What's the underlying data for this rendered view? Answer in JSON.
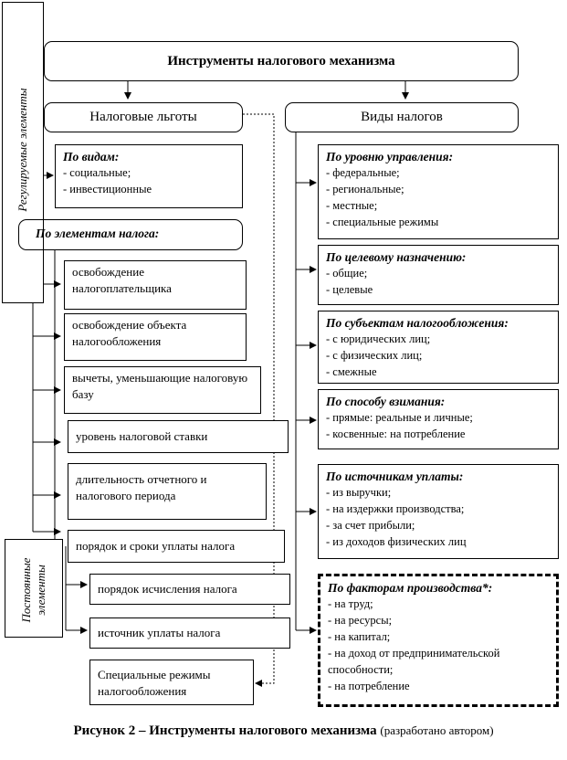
{
  "title": "Инструменты налогового механизма",
  "left_branch": {
    "title": "Налоговые льготы",
    "by_type": {
      "heading": "По видам:",
      "items": [
        "- социальные;",
        "- инвестиционные"
      ]
    },
    "by_elements": {
      "heading": "По элементам налога:"
    },
    "regulated_label": "Регулируемые элементы",
    "constant_label": "Постоянные элементы",
    "elements": [
      "освобождение налогоплательщика",
      "освобождение объекта налогообложения",
      "вычеты, уменьшающие налоговую базу",
      "уровень налоговой ставки",
      "длительность отчетного и налогового периода",
      "порядок и сроки уплаты налога",
      "порядок исчисления налога",
      "источник уплаты налога",
      "Специальные режимы налогообложения"
    ]
  },
  "right_branch": {
    "title": "Виды налогов",
    "groups": [
      {
        "heading": "По уровню управления:",
        "items": [
          "- федеральные;",
          "- региональные;",
          "- местные;",
          "- специальные режимы"
        ]
      },
      {
        "heading": "По целевому назначению:",
        "items": [
          "- общие;",
          "- целевые"
        ]
      },
      {
        "heading": "По субъектам налогообложения:",
        "items": [
          "- с юридических лиц;",
          "- с физических лиц;",
          "- смежные"
        ]
      },
      {
        "heading": "По способу взимания:",
        "items": [
          "- прямые: реальные и личные;",
          "- косвенные: на потребление"
        ]
      },
      {
        "heading": "По источникам уплаты:",
        "items": [
          "- из выручки;",
          "- на издержки производства;",
          "- за счет прибыли;",
          "- из доходов физических лиц"
        ]
      },
      {
        "heading": "По факторам производства*:",
        "items": [
          "- на труд;",
          "- на ресурсы;",
          "- на капитал;",
          "- на доход от предпринимательской способности;",
          "- на потребление"
        ]
      }
    ]
  },
  "caption": {
    "main": "Рисунок 2 – Инструменты налогового механизма",
    "note": "(разработано автором)"
  }
}
